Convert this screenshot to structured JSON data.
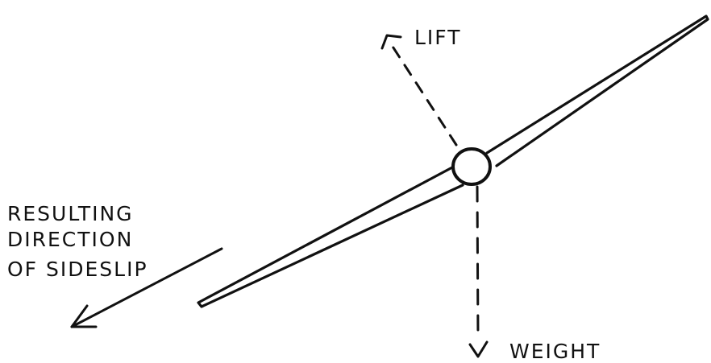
{
  "labels": {
    "lift": "LIFT",
    "weight": "WEIGHT",
    "sideslip_line1": "RESULTING",
    "sideslip_line2": "DIRECTION",
    "sideslip_line3": "OF SIDESLIP"
  },
  "colors": {
    "ink": "#111111",
    "background": "#ffffff"
  }
}
